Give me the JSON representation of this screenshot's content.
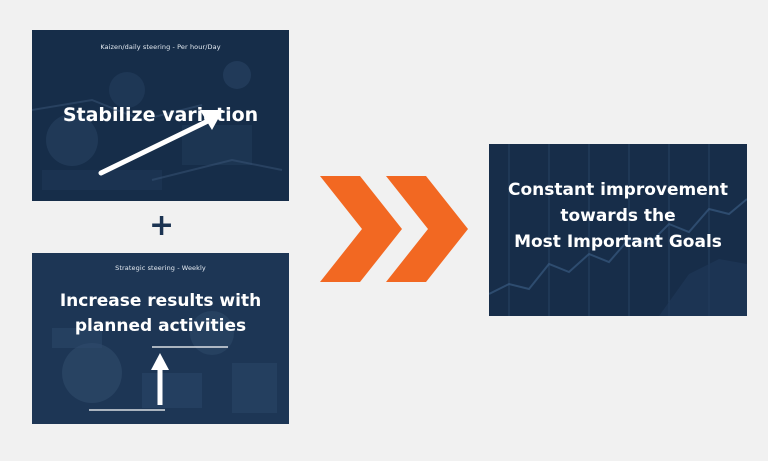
{
  "card_daily": {
    "label": "Kaizen/daily steering - Per hour/Day",
    "headline": "Stabilize variation"
  },
  "operator": {
    "plus": "+"
  },
  "card_weekly": {
    "label": "Strategic steering - Weekly",
    "headline_line1": "Increase results with",
    "headline_line2": "planned activities"
  },
  "card_result": {
    "line1": "Constant improvement",
    "line2": "towards the",
    "line3": "Most Important Goals"
  },
  "colors": {
    "page_background": "#f1f1f1",
    "card_navy": "#1b3352",
    "plus_navy": "#1b3352",
    "chevron_orange": "#f26822",
    "text_white": "#ffffff"
  },
  "icons": {
    "daily_card": "diagonal-up-arrow-icon",
    "weekly_card": "up-arrow-icon",
    "flow": "double-chevron-right-icon"
  }
}
